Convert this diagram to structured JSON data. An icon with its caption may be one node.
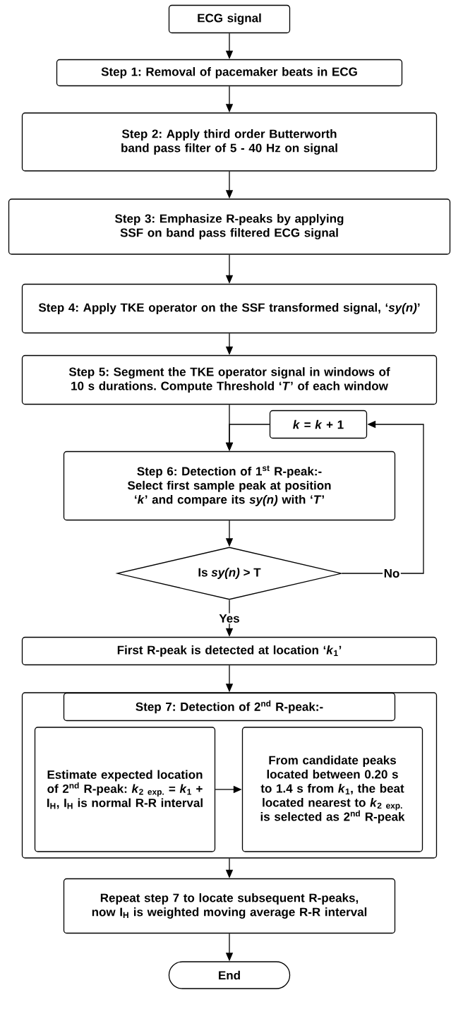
{
  "diagram": {
    "nodes": [
      {
        "text": [
          "ECG signal"
        ]
      },
      {
        "text": [
          "Step 1: Removal of pacemaker beats in ECG"
        ]
      },
      {
        "text": [
          "Step 2: Apply third order Butterworth band pass filter of 5 - 40 Hz on signal"
        ]
      },
      {
        "text": [
          "Step 3: Emphasize R-peaks by applying SSF on band pass filtered ECG signal"
        ]
      },
      {
        "text": [
          "Step 4: Apply TKE operator on the SSF transformed signal, ‘*sy(n)*’"
        ]
      },
      {
        "text": [
          "Step 5: Segment the TKE operator signal in windows of 10 s durations. Compute Threshold ‘*T*’ of each window"
        ]
      },
      {
        "text": [
          "*k* = *k* + 1"
        ]
      },
      {
        "text": [
          "Step 6: Detection of 1$^{st}$ R-peak:-",
          "Select first sample peak at position ‘*k*’ and compare its *sy(n)* with ‘*T*’"
        ]
      },
      {
        "text": [
          "Is *sy(n)* > T"
        ]
      },
      {
        "text": [
          "First R-peak is detected at location ‘*k*$_{1}$’"
        ]
      },
      {
        "text": [],
        "shape": "box"
      },
      {
        "text": [
          "Step 7: Detection of 2$^{nd}$ R-peak:-"
        ],
        "in": 10
      },
      {
        "text": [
          "Estimate expected location of 2$^{nd}$ R-peak: *k*$_{2 exp.}$ = *k*$_{1}$ + I$_{H}$, I$_{H}$ is normal R-R interval"
        ],
        "in": 10
      },
      {
        "text": [
          "From candidate peaks located between 0.20 s to 1.4 s from *k*$_{1}$, the beat located nearest to *k*$_{2 exp.}$ is selected as 2$^{nd}$ R-peak"
        ],
        "in": 10
      },
      {
        "text": [
          "Repeat step 7 to locate subsequent R-peaks, now I$_{H}$ is weighted moving average R-R interval"
        ]
      },
      {
        "text": [
          "End"
        ]
      }
    ],
    "edges": [
      {
        "from": 0,
        "to": 1,
        "arrow": "to"
      },
      {
        "from": 1,
        "to": 2,
        "arrow": "to"
      },
      {
        "from": 2,
        "to": 3,
        "arrow": "to"
      },
      {
        "from": 3,
        "to": 4,
        "arrow": "to"
      },
      {
        "from": 4,
        "to": 5,
        "arrow": "to"
      },
      {
        "from": 5,
        "to": 7,
        "arrow": "to"
      },
      {
        "from": 6,
        "to": 7,
        "arrow": "to"
      },
      {
        "from": 7,
        "to": 8,
        "arrow": "to"
      },
      {
        "from": 8,
        "to": 6,
        "arrow": "to",
        "label": "No"
      },
      {
        "from": 8,
        "to": 9,
        "arrow": "to",
        "label": "Yes"
      },
      {
        "from": 9,
        "to": 10,
        "arrow": "to"
      },
      {
        "from": 12,
        "to": 13,
        "arrow": "to"
      },
      {
        "from": 10,
        "to": 14,
        "arrow": "to"
      },
      {
        "from": 14,
        "to": 15,
        "arrow": "to"
      }
    ]
  }
}
